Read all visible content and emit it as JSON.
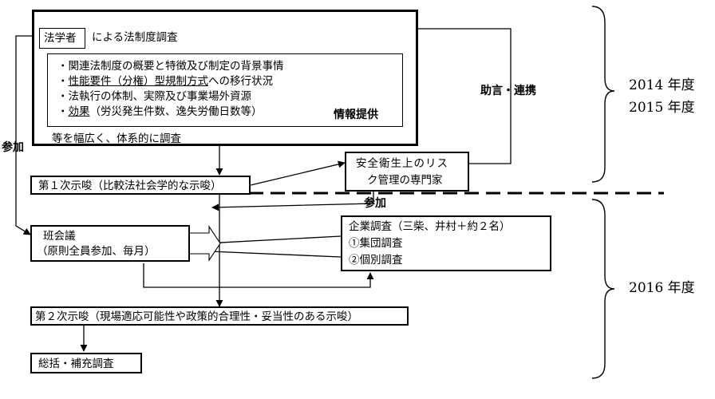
{
  "main_box": {
    "tag": "法学者",
    "title": "による法制度調査",
    "items": [
      {
        "prefix": "・関連法制度の概要と特徴及び制定の背景事情",
        "underlined": "",
        "suffix": ""
      },
      {
        "prefix": "・",
        "underlined": "性能要件（分権）型規制方式",
        "suffix": "への移行状況"
      },
      {
        "prefix": "・法執行の体制、実際及び事業場外資源",
        "underlined": "",
        "suffix": ""
      },
      {
        "prefix": "・",
        "underlined": "効果",
        "suffix": "（労災発生件数、逸失労働日数等）"
      }
    ],
    "footer": "等を幅広く、体系的に調査"
  },
  "expert_box": {
    "line1": "安全衛生上のリス",
    "line2": "ク管理の専門家"
  },
  "first_suggestion": "第１次示唆（比較法社会学的な示唆）",
  "han_meeting": {
    "line1": "班会議",
    "line2": "（原則全員参加、毎月）"
  },
  "company_survey": {
    "line1": "企業調査（三柴、井村＋約２名）",
    "line2": "①集団調査",
    "line3": "②個別調査"
  },
  "second_suggestion": "第２次示唆（現場適応可能性や政策的合理性・妥当性のある示唆）",
  "summary": "総括・補充調査",
  "labels": {
    "advice": "助言・連携",
    "info": "情報提供",
    "participate_left": "参加",
    "participate_mid": "参加"
  },
  "years": {
    "y2014": "2014 年度",
    "y2015": "2015 年度",
    "y2016": "2016 年度"
  }
}
